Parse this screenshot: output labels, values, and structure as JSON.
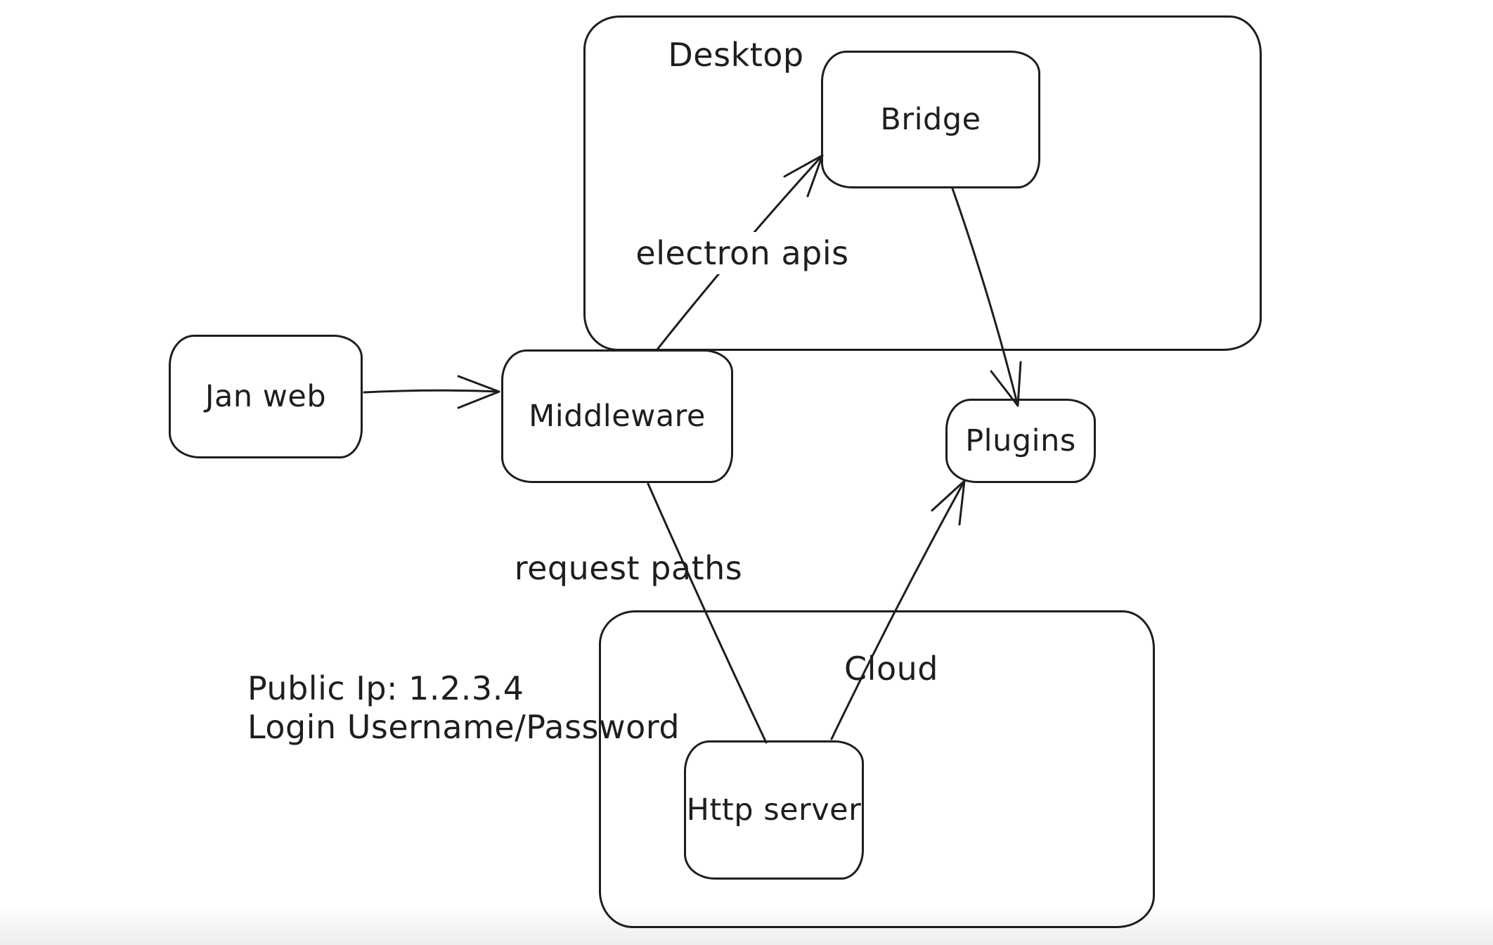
{
  "diagram": {
    "background_color": "#ffffff",
    "stroke_color": "#1e1e1e",
    "style": "hand-drawn whiteboard sketch",
    "containers": [
      {
        "id": "desktop",
        "label": "Desktop"
      },
      {
        "id": "cloud",
        "label": "Cloud"
      }
    ],
    "nodes": [
      {
        "id": "jan-web",
        "label": "Jan web"
      },
      {
        "id": "middleware",
        "label": "Middleware"
      },
      {
        "id": "bridge",
        "label": "Bridge"
      },
      {
        "id": "plugins",
        "label": "Plugins"
      },
      {
        "id": "http-server",
        "label": "Http server"
      }
    ],
    "edges": [
      {
        "from": "jan-web",
        "to": "middleware",
        "label": "",
        "arrowhead": "end"
      },
      {
        "from": "middleware",
        "to": "bridge",
        "label": "electron apis",
        "arrowhead": "end"
      },
      {
        "from": "bridge",
        "to": "plugins",
        "label": "",
        "arrowhead": "end"
      },
      {
        "from": "middleware",
        "to": "http-server",
        "label": "request paths",
        "arrowhead": "none"
      },
      {
        "from": "http-server",
        "to": "plugins",
        "label": "",
        "arrowhead": "end"
      }
    ],
    "annotation": {
      "line1": "Public Ip: 1.2.3.4",
      "line2": "Login Username/Password"
    }
  }
}
